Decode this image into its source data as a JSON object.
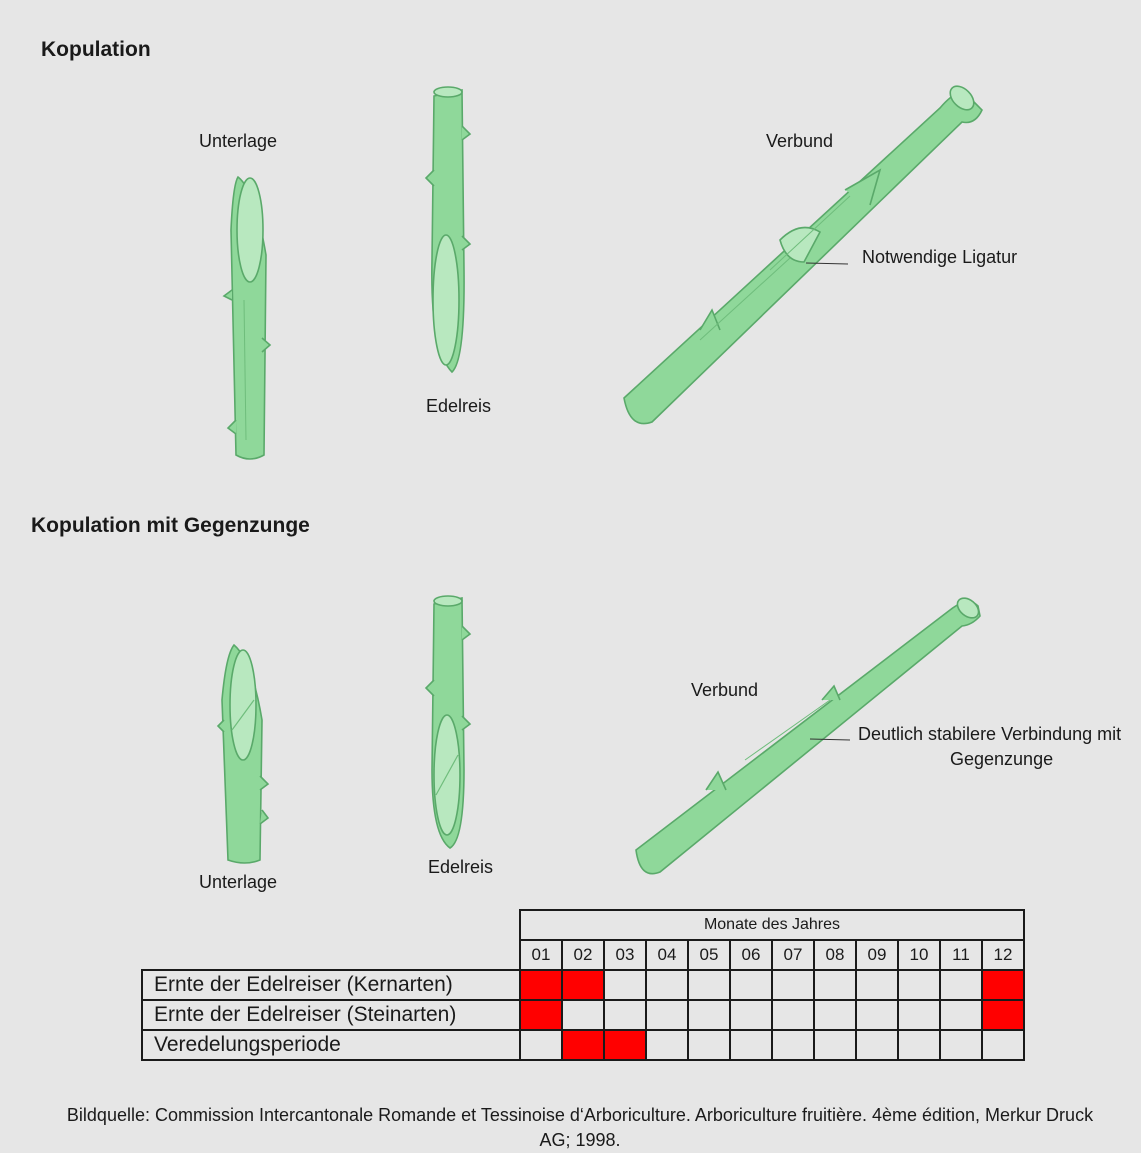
{
  "sections": [
    {
      "heading": "Kopulation",
      "unterlage": "Unterlage",
      "edelreis": "Edelreis",
      "verbund": "Verbund",
      "note": "Notwendige Ligatur"
    },
    {
      "heading": "Kopulation mit Gegenzunge",
      "unterlage": "Unterlage",
      "edelreis": "Edelreis",
      "verbund": "Verbund",
      "note_line1": "Deutlich stabilere Verbindung mit",
      "note_line2": "Gegenzunge"
    }
  ],
  "colors": {
    "stem": "#8fd89a",
    "stem_outline": "#5aa96a",
    "active_cell": "#ff0000"
  },
  "calendar": {
    "header": "Monate des Jahres",
    "months": [
      "01",
      "02",
      "03",
      "04",
      "05",
      "06",
      "07",
      "08",
      "09",
      "10",
      "11",
      "12"
    ],
    "rows": [
      {
        "label": "Ernte der Edelreiser (Kernarten)",
        "active": [
          "01",
          "02",
          "12"
        ]
      },
      {
        "label": "Ernte der Edelreiser (Steinarten)",
        "active": [
          "01",
          "12"
        ]
      },
      {
        "label": "Veredelungsperiode",
        "active": [
          "02",
          "03"
        ]
      }
    ]
  },
  "source": "Bildquelle: Commission Intercantonale Romande et Tessinoise d‘Arboriculture. Arboriculture fruitière. 4ème édition, Merkur Druck AG; 1998."
}
